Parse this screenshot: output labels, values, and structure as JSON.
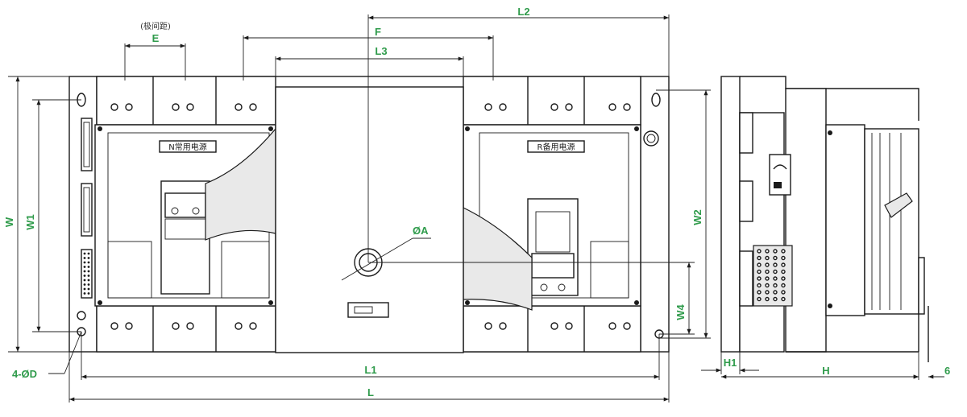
{
  "dimensions": {
    "pole_pitch_note": "(极间距)",
    "E": "E",
    "F": "F",
    "L2": "L2",
    "L3": "L3",
    "W": "W",
    "W1": "W1",
    "W2": "W2",
    "W4": "W4",
    "phiA": "ØA",
    "holes": "4-ØD",
    "L1": "L1",
    "L": "L",
    "H1": "H1",
    "H": "H",
    "six": "6"
  },
  "panels": {
    "normal": "N常用电源",
    "reserve": "R备用电源"
  },
  "colors": {
    "dimension_text": "#2f9b4b",
    "line": "#1a1a1a"
  }
}
